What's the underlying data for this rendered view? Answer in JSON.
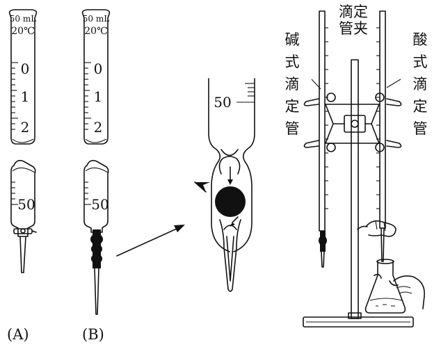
{
  "burette_a": {
    "volume_mark": "50 mL",
    "temperature_mark": "20℃",
    "scale_top": [
      "0",
      "1",
      "2"
    ],
    "scale_bottom": "50",
    "caption": "(A)"
  },
  "burette_b": {
    "volume_mark": "50 mL",
    "temperature_mark": "20℃",
    "scale_top": [
      "0",
      "1",
      "2"
    ],
    "scale_bottom": "50",
    "caption": "(B)"
  },
  "detail": {
    "scale_label": "50"
  },
  "stand": {
    "clamp_label": [
      "滴定",
      "管夹"
    ],
    "base_burette_label": [
      "碱",
      "式",
      "滴",
      "定",
      "管"
    ],
    "acid_burette_label": [
      "酸",
      "式",
      "滴",
      "定",
      "管"
    ]
  }
}
